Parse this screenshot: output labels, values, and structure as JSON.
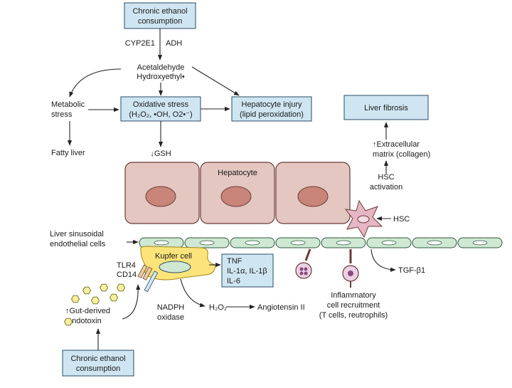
{
  "colors": {
    "box_fill": "#cfe6f2",
    "box_stroke": "#2a4b63",
    "hepatocyte_fill": "#e3c7c0",
    "hepatocyte_stroke": "#6b3b36",
    "nucleus_fill": "#c9857a",
    "endothelial_fill": "#cfe8d4",
    "kupffer_fill": "#fde47a",
    "hsc_fill": "#e6b6c7",
    "gsh_fill": "#f5ef9e",
    "arrow": "#222222"
  },
  "boxes": {
    "ethanol_top": [
      "Chronic ethanol",
      "consumption"
    ],
    "oxidative_stress": [
      "Oxidative stress",
      "(H₂O₂, •OH, O2•⁻)"
    ],
    "hepatocyte_injury": [
      "Hepatocyte injury",
      "(lipid peroxidation)"
    ],
    "liver_fibrosis": [
      "Liver fibrosis"
    ],
    "cytokines": [
      "TNF",
      "IL-1α, IL-1β",
      "IL-6"
    ],
    "ethanol_bottom": [
      "Chronic ethanol",
      "consumption"
    ]
  },
  "labels": {
    "cyp2e1": "CYP2E1",
    "adh": "ADH",
    "acetaldehyde": "Acetaldehyde",
    "hydroxyethyl": "Hydroxyethyl•",
    "metabolic_stress": [
      "Metabolic",
      "stress"
    ],
    "fatty_liver": "Fatty liver",
    "gsh": "↓GSH",
    "hepatocyte": "Hepatocyte",
    "extracellular": [
      "↑Extracellular",
      "matrix (collagen)"
    ],
    "hsc_activation": [
      "HSC",
      "activation"
    ],
    "hsc": "HSC",
    "endothelial": [
      "Liver sinusoidal",
      "endothelial cells"
    ],
    "kupffer": "Kupfer cell",
    "tlr4": "TLR4",
    "cd14": "CD14",
    "tgf": "TGF-β1",
    "inflammatory": [
      "Inflammatory",
      "cell recruitment",
      "(T cells, reutrophils)"
    ],
    "nadph": [
      "NADPH",
      "oxidase"
    ],
    "h2o2": "H₂O₂",
    "angiotensin": "Angiotensin II",
    "gut_endotoxin": [
      "↑Gut-derived",
      "endotoxin"
    ]
  }
}
